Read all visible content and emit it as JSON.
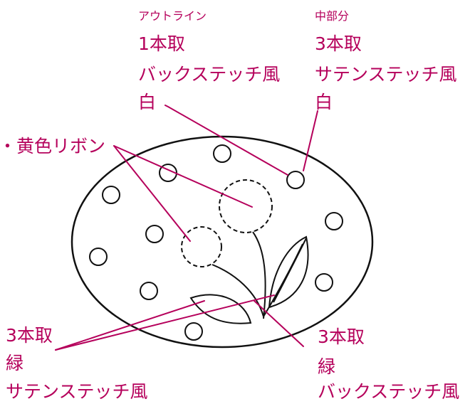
{
  "labels": {
    "outline": {
      "heading": "アウトライン",
      "threads": "1本取",
      "stitch": "バックステッチ風",
      "color": "白"
    },
    "center": {
      "heading": "中部分",
      "threads": "3本取",
      "stitch": "サテンステッチ風",
      "color": "白"
    },
    "ribbon": {
      "text": "・黄色リボン"
    },
    "leaves": {
      "threads": "3本取",
      "color": "緑",
      "stitch": "サテンステッチ風"
    },
    "stem": {
      "threads": "3本取",
      "color": "緑",
      "stitch": "バックステッチ風"
    }
  },
  "colors": {
    "leader_line": "#b5005b",
    "label_text": "#b5005b",
    "drawing": "#111111",
    "background": "#ffffff"
  }
}
